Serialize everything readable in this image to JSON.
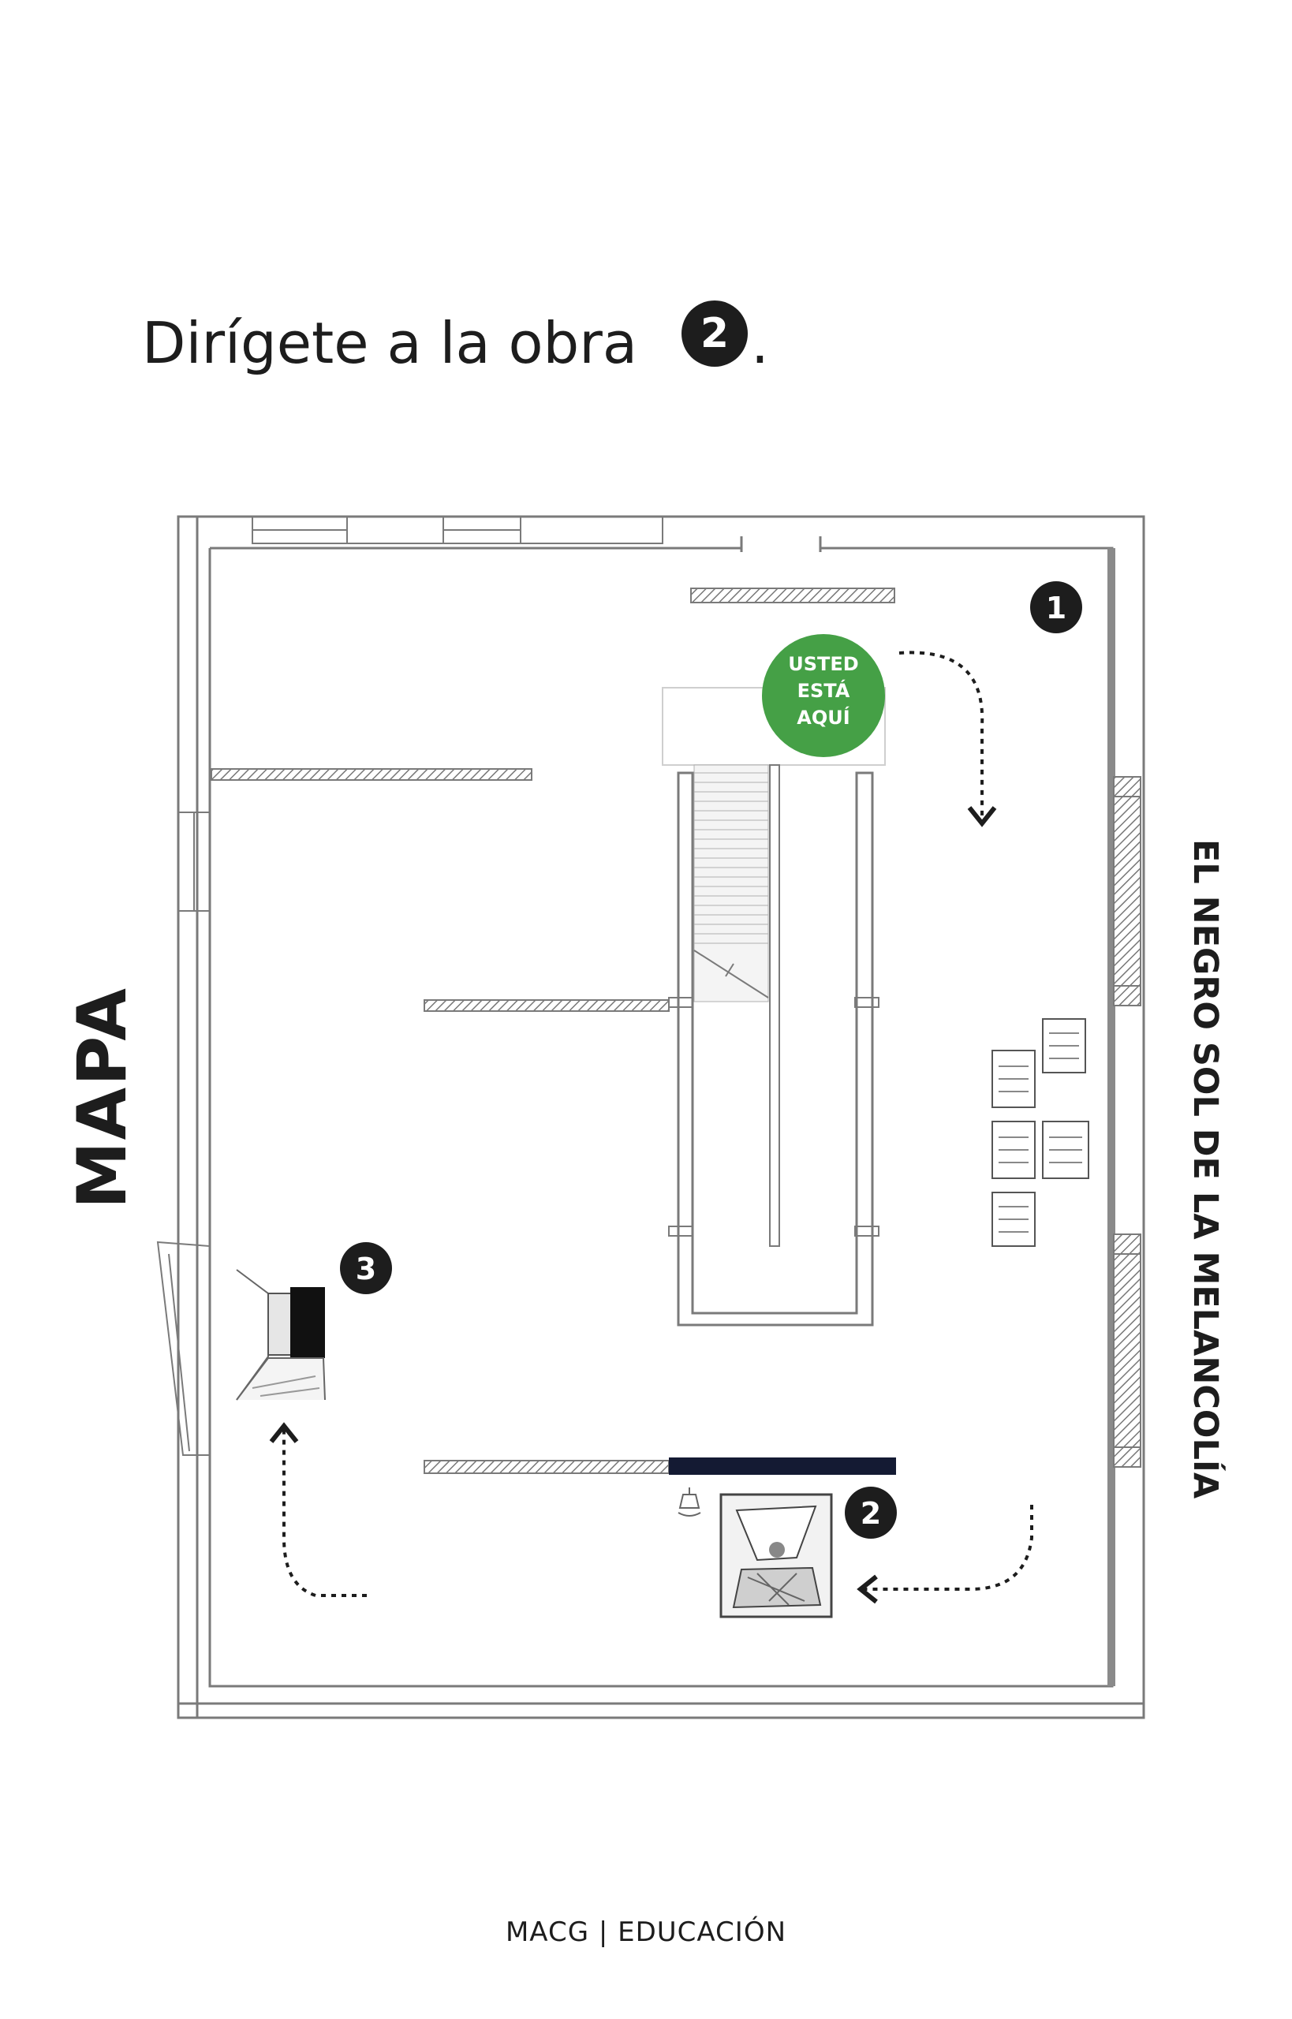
{
  "instruction": {
    "text": "Dirígete a la obra",
    "artwork_number": "2",
    "suffix": "."
  },
  "map_title": "MAPA",
  "exhibition_title": "EL NEGRO SOL DE LA MELANCOLÍA",
  "you_are_here": {
    "line1": "USTED",
    "line2": "ESTÁ",
    "line3": "AQUÍ",
    "color": "#45a046"
  },
  "stops": [
    {
      "number": "1"
    },
    {
      "number": "2"
    },
    {
      "number": "3"
    }
  ],
  "footer": "MACG | EDUCACIÓN",
  "colors": {
    "ink": "#1d1d1d",
    "wall": "#7a7a7a",
    "highlight_wall": "#141a33"
  }
}
